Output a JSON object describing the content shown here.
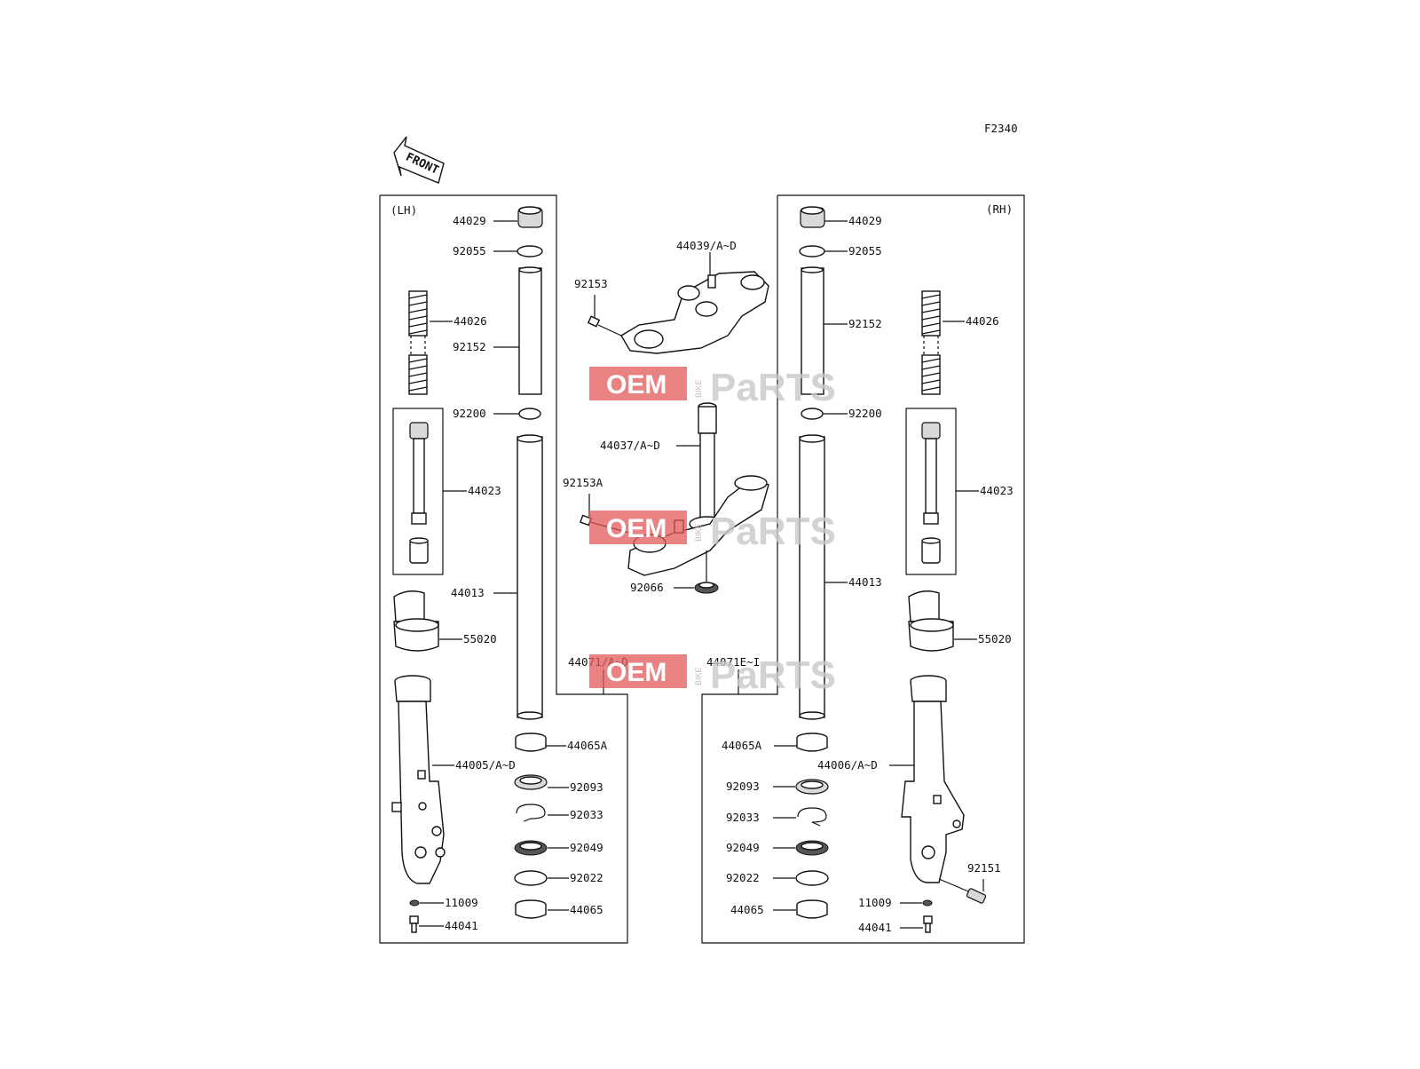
{
  "diagram_code": "F2340",
  "front_label": "FRONT",
  "side_labels": {
    "left": "(LH)",
    "right": "(RH)"
  },
  "watermark": {
    "oem": "OEM",
    "bike": "BIKE",
    "parts": "PaRTS"
  },
  "labels": {
    "l_44029": "44029",
    "l_92055": "92055",
    "l_44026": "44026",
    "l_92152": "92152",
    "l_92200": "92200",
    "l_44023": "44023",
    "l_44013": "44013",
    "l_55020": "55020",
    "l_44005": "44005/A~D",
    "l_11009": "11009",
    "l_44041": "44041",
    "l_44065A": "44065A",
    "l_92093": "92093",
    "l_92033": "92033",
    "l_92049": "92049",
    "l_92022": "92022",
    "l_44065": "44065",
    "l_44071": "44071/A~D",
    "c_44039": "44039/A~D",
    "c_92153": "92153",
    "c_44037": "44037/A~D",
    "c_92153A": "92153A",
    "c_92066": "92066",
    "r_44029": "44029",
    "r_92055": "92055",
    "r_92152": "92152",
    "r_44026": "44026",
    "r_92200": "92200",
    "r_44023": "44023",
    "r_44013": "44013",
    "r_55020": "55020",
    "r_44071E": "44071E~I",
    "r_44065A": "44065A",
    "r_44006": "44006/A~D",
    "r_92093": "92093",
    "r_92033": "92033",
    "r_92049": "92049",
    "r_92151": "92151",
    "r_92022": "92022",
    "r_11009": "11009",
    "r_44065": "44065",
    "r_44041": "44041"
  }
}
